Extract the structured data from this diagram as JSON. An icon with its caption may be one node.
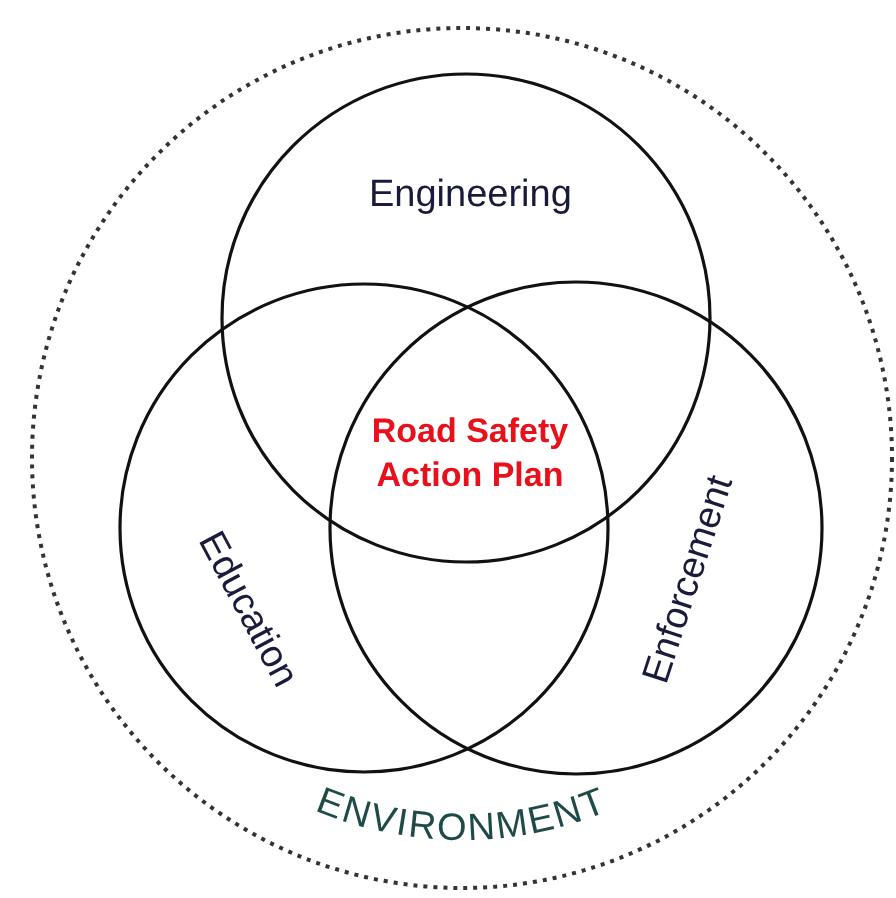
{
  "diagram": {
    "nodes": [
      {
        "text": [
          "ENVIRONMENT"
        ]
      },
      {
        "text": [
          "Engineering"
        ],
        "in": 0
      },
      {
        "text": [
          "Education"
        ],
        "in": 0
      },
      {
        "text": [
          "Enforcement"
        ],
        "in": 0
      }
    ],
    "labels": [
      "Road Safety Action Plan"
    ]
  }
}
